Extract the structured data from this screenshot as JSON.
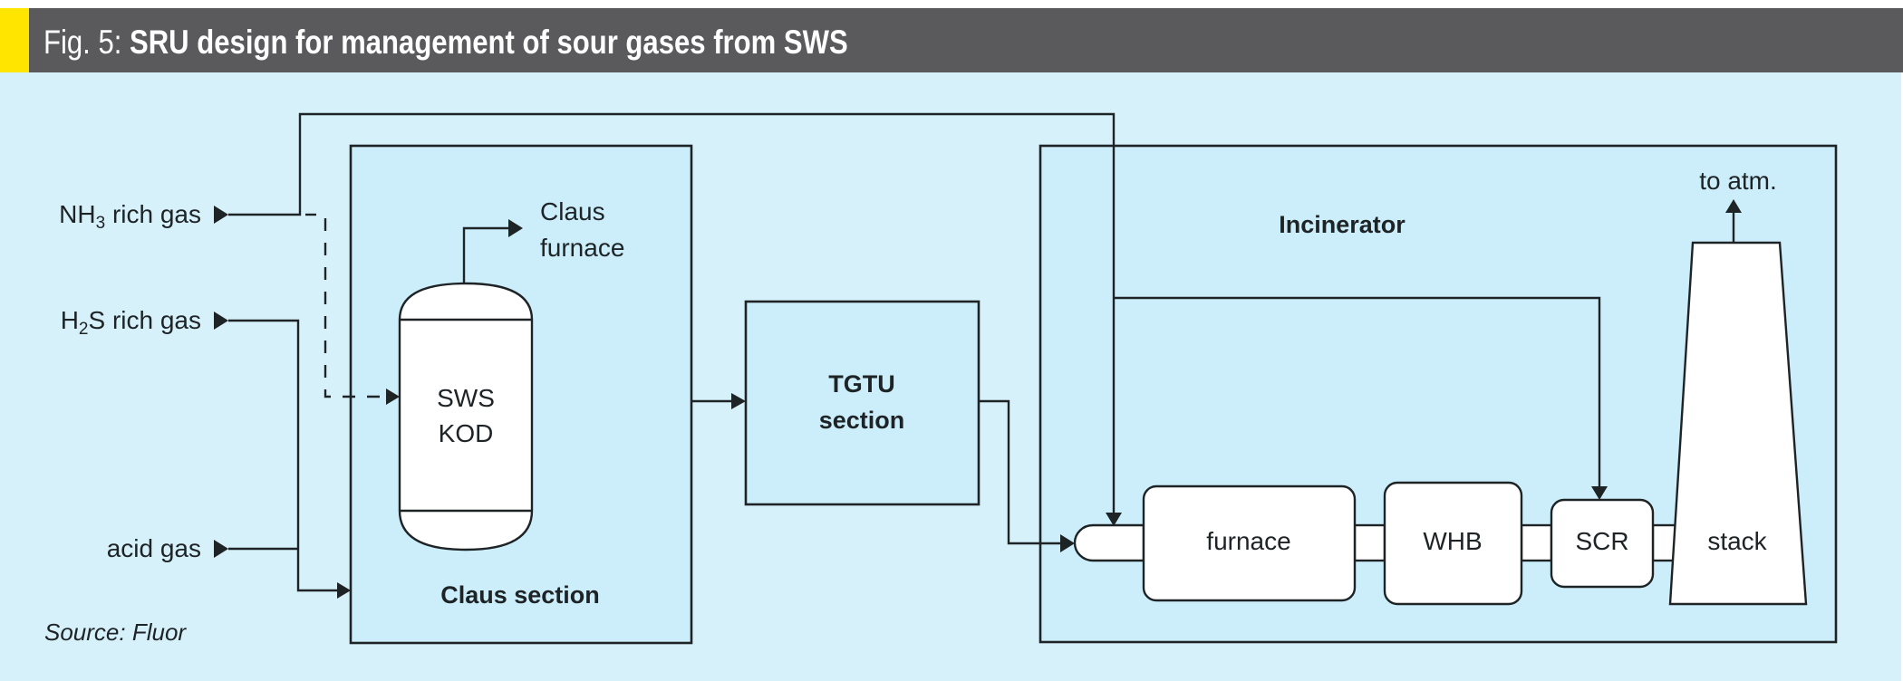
{
  "header": {
    "figure_label": "Fig. 5: ",
    "title": "SRU design for management of sour gases from SWS",
    "accent_color": "#ffe500",
    "bar_color": "#5a595b"
  },
  "inputs": {
    "nh3": {
      "base": "NH",
      "sub": "3",
      "rest": " rich gas"
    },
    "h2s": {
      "base": "H",
      "sub": "2",
      "rest": "S rich gas"
    },
    "acid": {
      "label": "acid gas"
    }
  },
  "claus_section": {
    "label": "Claus section",
    "vessel_line1": "SWS",
    "vessel_line2": "KOD",
    "outlet_line1": "Claus",
    "outlet_line2": "furnace"
  },
  "tgtu_section": {
    "line1": "TGTU",
    "line2": "section"
  },
  "incinerator": {
    "label": "Incinerator",
    "furnace": "furnace",
    "whb": "WHB",
    "scr": "SCR",
    "stack": "stack",
    "outlet": "to atm."
  },
  "source": "Source: Fluor",
  "colors": {
    "background": "#d7f1fb",
    "section_fill": "#cceefb",
    "line": "#1e2326"
  }
}
